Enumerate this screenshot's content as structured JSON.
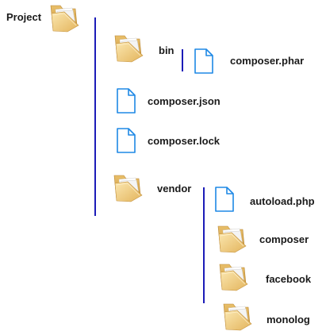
{
  "tree": {
    "root": {
      "label": "Project",
      "icon": "folder-icon"
    },
    "bin": {
      "label": "bin",
      "icon": "folder-icon"
    },
    "composer_phar": {
      "label": "composer.phar",
      "icon": "file-icon"
    },
    "composer_json": {
      "label": "composer.json",
      "icon": "file-icon"
    },
    "composer_lock": {
      "label": "composer.lock",
      "icon": "file-icon"
    },
    "vendor": {
      "label": "vendor",
      "icon": "folder-icon"
    },
    "autoload_php": {
      "label": "autoload.php",
      "icon": "file-icon"
    },
    "composer_dir": {
      "label": "composer",
      "icon": "folder-icon"
    },
    "facebook_dir": {
      "label": "facebook",
      "icon": "folder-icon"
    },
    "monolog_dir": {
      "label": "monolog",
      "icon": "folder-icon"
    }
  },
  "colors": {
    "connector_line": "#1c1cb8",
    "file_icon_stroke": "#1e88e5",
    "folder_light": "#f6dfa0",
    "folder_dark": "#d9a84a"
  }
}
